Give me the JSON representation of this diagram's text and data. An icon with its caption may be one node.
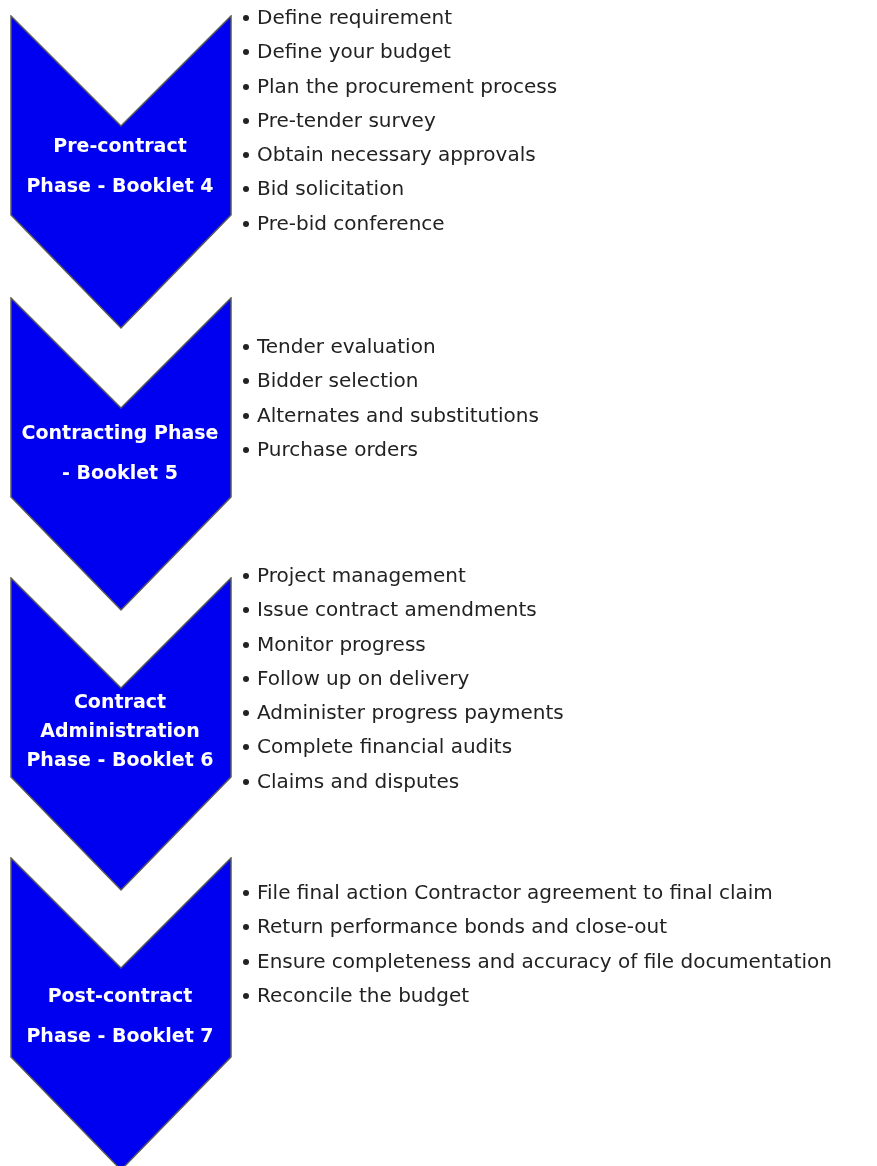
{
  "diagram": {
    "nodes": [
      {
        "text": [
          "Pre-contract Phase - Booklet 4"
        ],
        "beside": [
          "Define requirement",
          "Define your budget",
          "Plan the procurement process",
          "Pre-tender survey",
          "Obtain necessary approvals",
          "Bid solicitation",
          "Pre-bid conference"
        ]
      },
      {
        "text": [
          "Contracting Phase - Booklet 5"
        ],
        "beside": [
          "Tender evaluation",
          "Bidder selection",
          "Alternates and substitutions",
          "Purchase orders"
        ]
      },
      {
        "text": [
          "Contract Administration Phase - Booklet 6"
        ],
        "beside": [
          "Project management",
          "Issue contract amendments",
          "Monitor progress",
          "Follow up on delivery",
          "Administer progress payments",
          "Complete financial audits",
          "Claims and disputes"
        ]
      },
      {
        "text": [
          "Post-contract Phase - Booklet 7"
        ],
        "beside": [
          "File final action Contractor agreement to final claim",
          "Return performance bonds and close-out",
          "Ensure completeness and accuracy of file documentation",
          "Reconcile the budget"
        ]
      }
    ]
  }
}
